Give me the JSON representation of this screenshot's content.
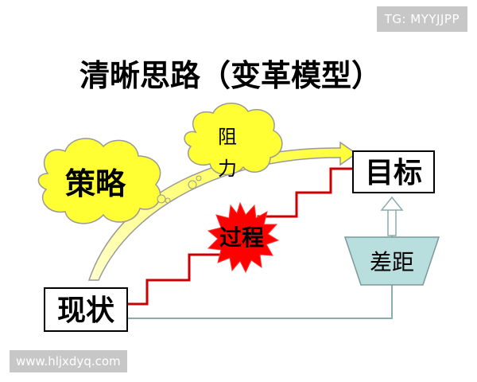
{
  "title": "清晰思路（变革模型）",
  "nodes": {
    "strategy": "策略",
    "resistance_line1": "阻",
    "resistance_line2": "力",
    "process": "过程",
    "current": "现状",
    "goal": "目标",
    "gap": "差距"
  },
  "watermarks": {
    "telegram": "TG: MYYJJPP",
    "website": "www.hljxdyq.com"
  },
  "colors": {
    "cloud_fill": "#ffff33",
    "burst_fill": "#ff0000",
    "staircase": "#cc0000",
    "curve_fill": "#ffff66",
    "gap_fill": "#b8dede",
    "arrow_line": "#8aacac",
    "watermark_bg": "#c7c7c7"
  }
}
